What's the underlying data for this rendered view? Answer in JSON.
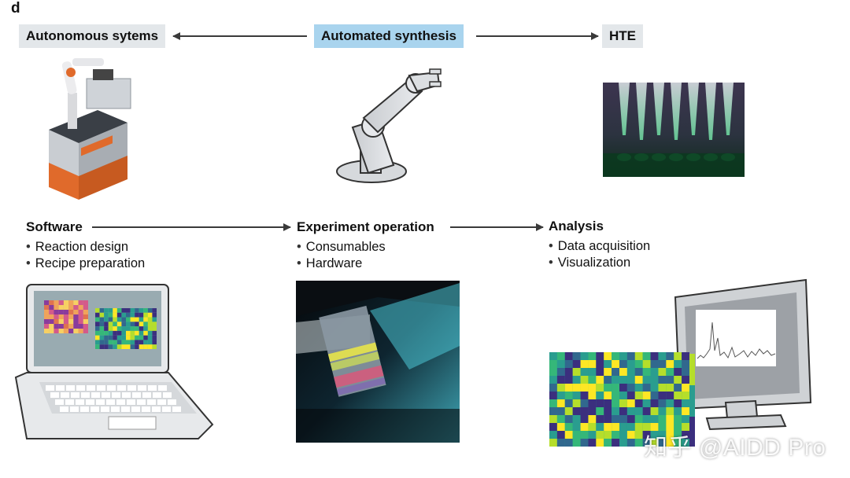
{
  "panel_letter": "d",
  "top_row": {
    "left_label": "Autonomous sytems",
    "center_label": "Automated synthesis",
    "right_label": "HTE"
  },
  "sections": {
    "software": {
      "title": "Software",
      "bullets": [
        "Reaction design",
        "Recipe preparation"
      ]
    },
    "experiment": {
      "title": "Experiment operation",
      "bullets": [
        "Consumables",
        "Hardware"
      ]
    },
    "analysis": {
      "title": "Analysis",
      "bullets": [
        "Data acquisition",
        "Visualization"
      ]
    }
  },
  "colors": {
    "highlight_label": "#a9d4ee",
    "neutral_label": "#e3e7ea",
    "arrow": "#3a3a3a",
    "heatmap_dark": "#3b2f7e",
    "heatmap_mid": "#2a9d8f",
    "heatmap_light": "#b5de2b"
  },
  "watermark": "知乎 @AIDD Pro"
}
